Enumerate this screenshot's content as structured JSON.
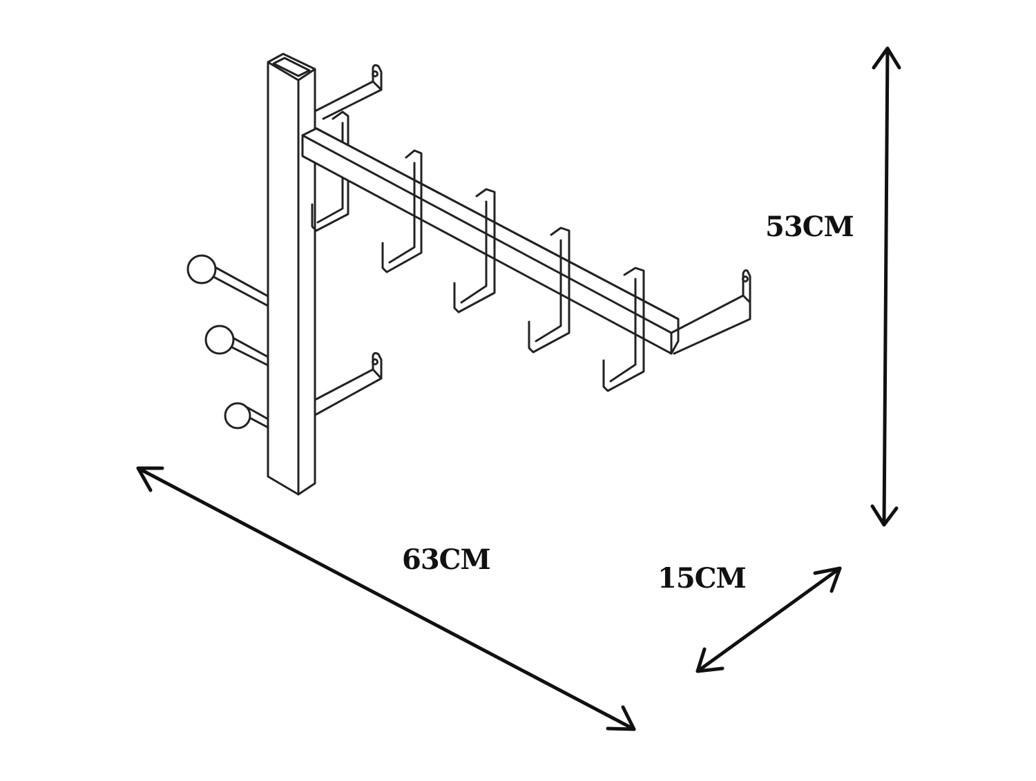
{
  "dimensions": {
    "height": "53CM",
    "width": "63CM",
    "depth": "15CM"
  },
  "colors": {
    "line": "#222222",
    "arrow": "#111111",
    "background": "#ffffff"
  }
}
